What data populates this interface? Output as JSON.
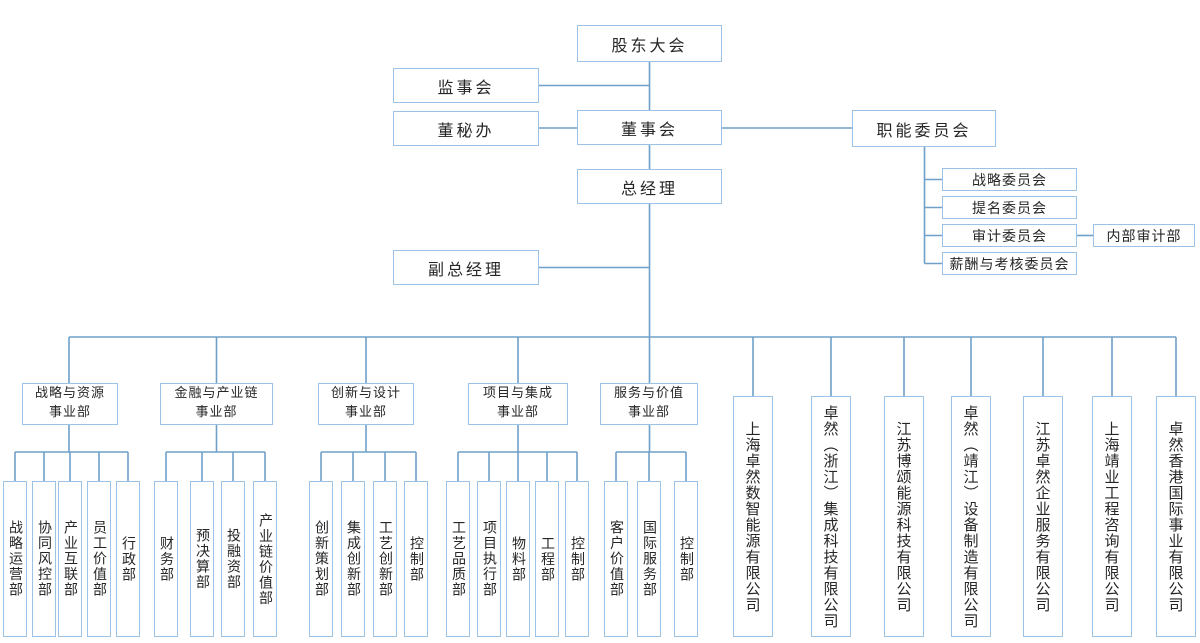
{
  "colors": {
    "line": "#6FA0C9",
    "box_border": "#9CC2E5",
    "text": "#262626"
  },
  "top": {
    "shareholders": "股东大会",
    "supervisory_board": "监事会",
    "board_secretary_office": "董秘办",
    "board_of_directors": "董事会",
    "general_manager": "总经理",
    "deputy_general_manager": "副总经理",
    "functional_committees": "职能委员会"
  },
  "committees": [
    {
      "label": "战略委员会"
    },
    {
      "label": "提名委员会"
    },
    {
      "label": "审计委员会"
    },
    {
      "label": "薪酬与考核委员会"
    }
  ],
  "internal_audit": "内部审计部",
  "divisions": [
    {
      "label": "战略与资源\n事业部",
      "departments": [
        "战略运营部",
        "协同风控部",
        "产业互联部",
        "员工价值部",
        "行政部"
      ]
    },
    {
      "label": "金融与产业链\n事业部",
      "departments": [
        "财务部",
        "预决算部",
        "投融资部",
        "产业链价值部"
      ]
    },
    {
      "label": "创新与设计\n事业部",
      "departments": [
        "创新策划部",
        "集成创新部",
        "工艺创新部",
        "控制部"
      ]
    },
    {
      "label": "项目与集成\n事业部",
      "departments": [
        "工艺品质部",
        "项目执行部",
        "物料部",
        "工程部",
        "控制部"
      ]
    },
    {
      "label": "服务与价值\n事业部",
      "departments": [
        "客户价值部",
        "国际服务部",
        "控制部"
      ]
    }
  ],
  "subsidiaries": [
    "上海卓然数智能源有限公司",
    "卓然（浙江）集成科技有限公司",
    "江苏博颂能源科技有限公司",
    "卓然（靖江）设备制造有限公司",
    "江苏卓然企业服务有限公司",
    "上海靖业工程咨询有限公司",
    "卓然香港国际事业有限公司"
  ]
}
